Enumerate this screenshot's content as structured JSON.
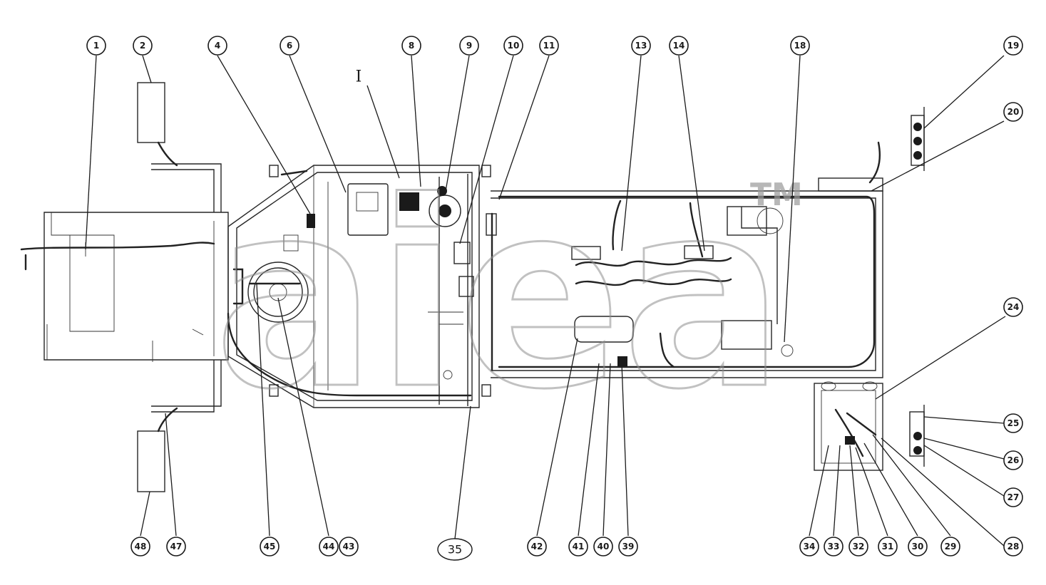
{
  "diagram": {
    "section_label": "I",
    "watermark": {
      "text": "aiea",
      "tm": "TM"
    },
    "callouts": {
      "c1": "1",
      "c2": "2",
      "c4": "4",
      "c6": "6",
      "c8": "8",
      "c9": "9",
      "c10": "10",
      "c11": "11",
      "c13": "13",
      "c14": "14",
      "c18": "18",
      "c19": "19",
      "c20": "20",
      "c24": "24",
      "c25": "25",
      "c26": "26",
      "c27": "27",
      "c28": "28",
      "c29": "29",
      "c30": "30",
      "c31": "31",
      "c32": "32",
      "c33": "33",
      "c34": "34",
      "c35": "35",
      "c39": "39",
      "c40": "40",
      "c41": "41",
      "c42": "42",
      "c43": "43",
      "c44": "44",
      "c45": "45",
      "c47": "47",
      "c48": "48"
    }
  }
}
